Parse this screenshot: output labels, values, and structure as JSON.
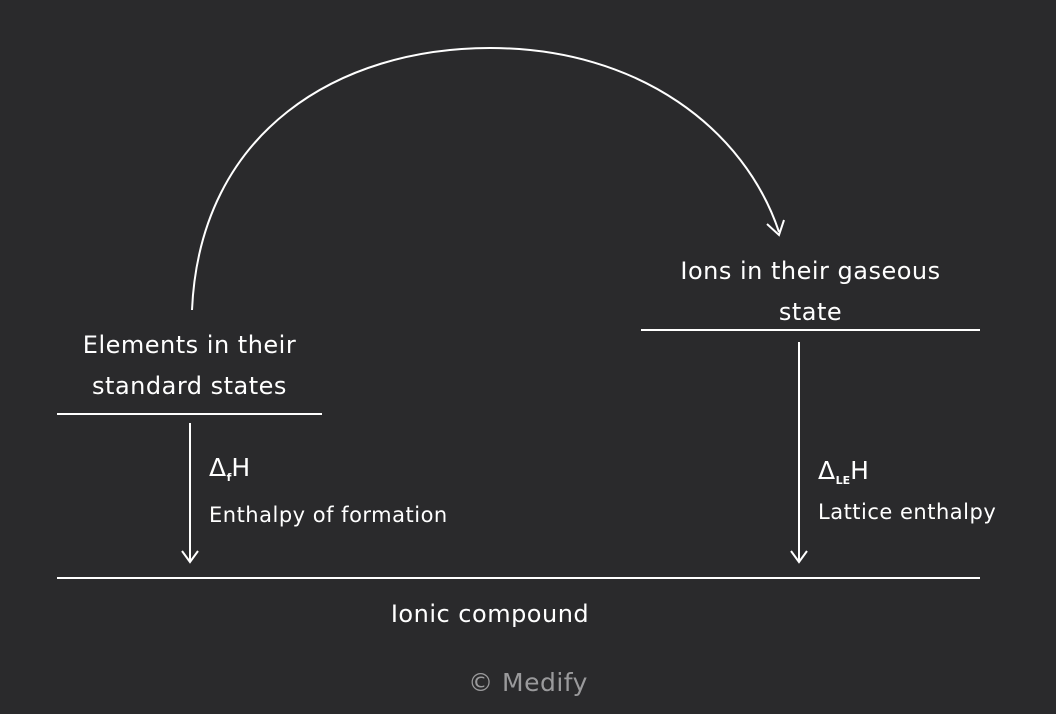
{
  "states": {
    "elements_line1": "Elements in their",
    "elements_line2": "standard states",
    "ions_line1": "Ions in their gaseous",
    "ions_line2": "state",
    "product": "Ionic compound"
  },
  "enthalpies": {
    "formation": {
      "delta": "Δ",
      "subscript": "f",
      "letter": "H",
      "description": "Enthalpy of formation"
    },
    "lattice": {
      "delta": "Δ",
      "subscript": "LE",
      "letter": "H",
      "description": "Lattice enthalpy"
    }
  },
  "watermark": "© Medify",
  "colors": {
    "background": "#2a2a2c",
    "foreground": "#ffffff",
    "watermark": "#9a9a9c"
  }
}
